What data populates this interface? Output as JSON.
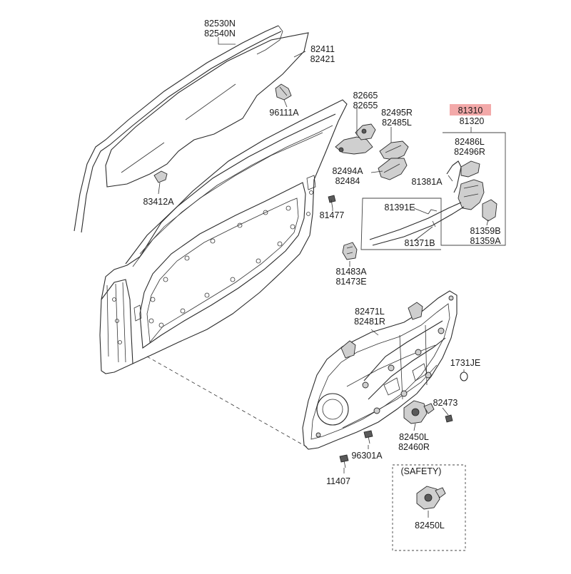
{
  "labels": {
    "glass_channel": [
      "82530N",
      "82540N"
    ],
    "door_glass": [
      "82411",
      "82421"
    ],
    "glass_clip": [
      "96111A"
    ],
    "glass_stopper": [
      "83412A"
    ],
    "hinge_upper": [
      "82665",
      "82655"
    ],
    "outside_handle": [
      "82495R",
      "82485L"
    ],
    "outside_handle_cover": [
      "82494A",
      "82484"
    ],
    "bolt_81477": [
      "81477"
    ],
    "door_latch_highlight": [
      "81310"
    ],
    "door_latch": [
      "81320"
    ],
    "inside_handle": [
      "82486L",
      "82496R"
    ],
    "rod_81381A": [
      "81381A"
    ],
    "cable_81391E": [
      "81391E"
    ],
    "cable_81371B": [
      "81371B"
    ],
    "latch_cover": [
      "81359B",
      "81359A"
    ],
    "striker": [
      "81483A",
      "81473E"
    ],
    "module_panel": [
      "82471L",
      "82481R"
    ],
    "grommet": [
      "1731JE"
    ],
    "motor_bolt": [
      "82473"
    ],
    "regulator_motor": [
      "82450L",
      "82460R"
    ],
    "screw_96301A": [
      "96301A"
    ],
    "screw_11407": [
      "11407"
    ],
    "safety_title": [
      "(SAFETY)"
    ],
    "safety_motor": [
      "82450L"
    ]
  },
  "colors": {
    "highlight": "#f3a9a9",
    "line": "#2b2b2b",
    "part_fill": "#cfcfcf"
  }
}
